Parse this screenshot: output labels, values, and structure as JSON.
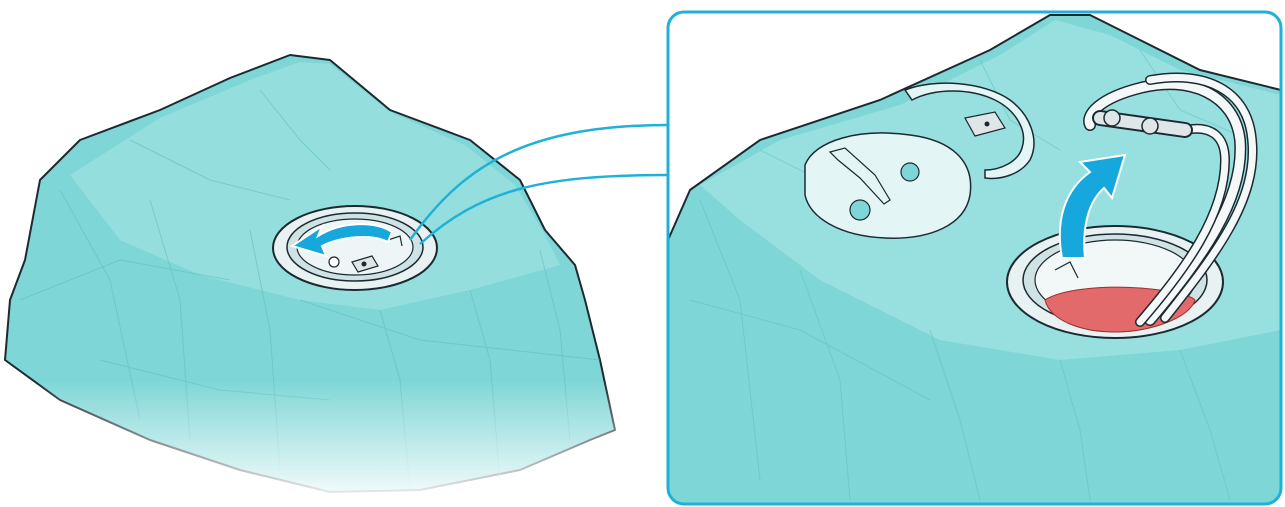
{
  "figure": {
    "panels": [
      {
        "id": "overview",
        "shows": [
          "sterile-drape",
          "port-lid",
          "rotate-arrow"
        ]
      },
      {
        "id": "detail",
        "shows": [
          "sterile-drape",
          "lid-disc",
          "clip-ring",
          "tubing-connector",
          "lift-arrow",
          "reservoir-opening"
        ]
      }
    ],
    "colors": {
      "drape": "#7fd6d6",
      "drape_light": "#a8e6e6",
      "drape_shadow": "#5fbcc0",
      "outline": "#1c2a30",
      "accent_blue": "#16a8dd",
      "frame": "#1fb1d8",
      "fluid": "#e36a6a",
      "metal": "#dfe6e8",
      "component_fill": "#e4f5f6"
    },
    "arrows": [
      {
        "name": "rotate-counterclockwise",
        "panel": "overview"
      },
      {
        "name": "lift-up",
        "panel": "detail"
      }
    ]
  }
}
